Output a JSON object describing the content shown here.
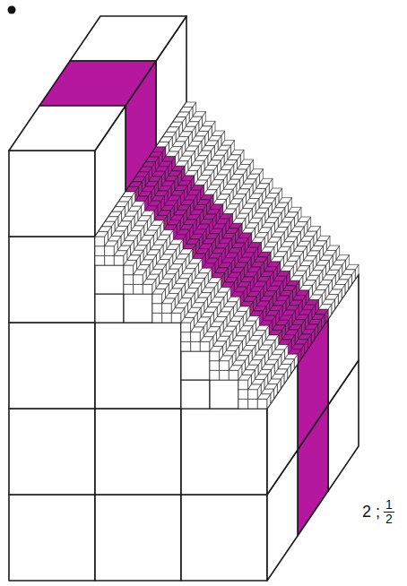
{
  "diagram": {
    "labels": [
      "2 ;",
      "1",
      "2"
    ]
  }
}
